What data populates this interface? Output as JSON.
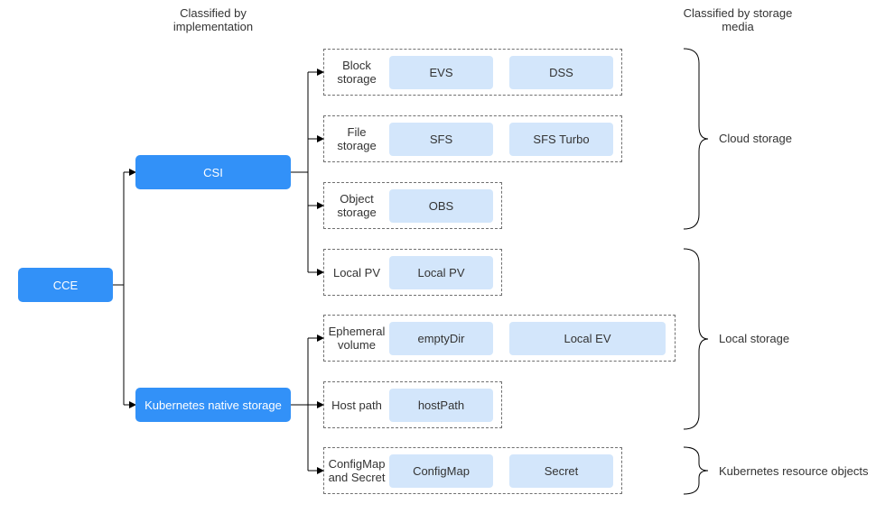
{
  "headers": {
    "implementation": [
      "Classified by",
      "implementation"
    ],
    "media": [
      "Classified by storage",
      "media"
    ]
  },
  "nodes": {
    "root": "CCE",
    "csi": "CSI",
    "native": "Kubernetes native storage"
  },
  "groups": {
    "block": {
      "label": [
        "Block",
        "storage"
      ],
      "items": [
        "EVS",
        "DSS"
      ]
    },
    "file": {
      "label": [
        "File",
        "storage"
      ],
      "items": [
        "SFS",
        "SFS Turbo"
      ]
    },
    "object": {
      "label": [
        "Object",
        "storage"
      ],
      "items": [
        "OBS"
      ]
    },
    "localpv": {
      "label": [
        "Local PV"
      ],
      "items": [
        "Local PV"
      ]
    },
    "ephemeral": {
      "label": [
        "Ephemeral",
        "volume"
      ],
      "items": [
        "emptyDir",
        "Local EV"
      ]
    },
    "hostpath": {
      "label": [
        "Host path"
      ],
      "items": [
        "hostPath"
      ]
    },
    "configmap": {
      "label": [
        "ConfigMap",
        "and Secret"
      ],
      "items": [
        "ConfigMap",
        "Secret"
      ]
    }
  },
  "media": {
    "cloud": "Cloud storage",
    "local": "Local storage",
    "k8s": "Kubernetes resource objects"
  },
  "colors": {
    "node": "#3291f8",
    "chip": "#d3e6fb",
    "line": "#000000",
    "dash": "#707070"
  }
}
